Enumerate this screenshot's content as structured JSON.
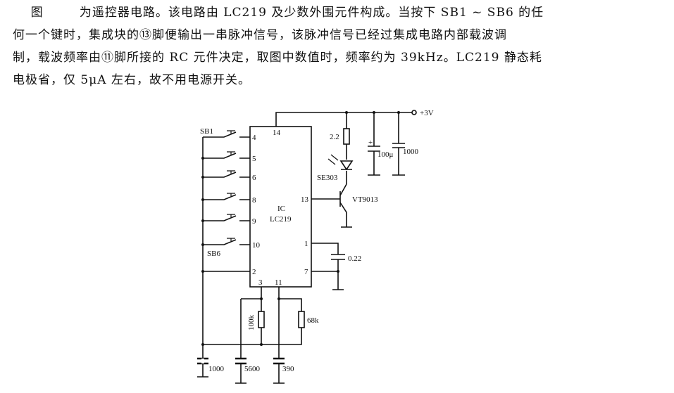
{
  "text_lines": [
    "    图        为遥控器电路。该电路由 LC219 及少数外围元件构成。当按下 SB1 ~ SB6 的任",
    "何一个键时，集成块的⑬脚便输出一串脉冲信号，该脉冲信号已经过集成电路内部载波调",
    "制，载波频率由⑪脚所接的 RC 元件决定，取图中数值时，频率约为 39kHz。LC219 静态耗",
    "电极省，仅 5μA 左右，故不用电源开关。"
  ],
  "circuit": {
    "ic_label": "IC",
    "ic_model": "LC219",
    "supply": "+3V",
    "pins": {
      "p14": "14",
      "p4": "4",
      "p5": "5",
      "p6": "6",
      "p8": "8",
      "p9": "9",
      "p10": "10",
      "p2": "2",
      "p13": "13",
      "p1": "1",
      "p7": "7",
      "p3": "3",
      "p11": "11"
    },
    "switch_first": "SB1",
    "switch_last": "SB6",
    "r_led": "2.2",
    "led": "SE303",
    "transistor": "VT9013",
    "c_electrolytic": "100μ",
    "c_supply": "1000",
    "c_pin1": "0.22",
    "r_100k": "100k",
    "r_68k": "68k",
    "c_left": "1000",
    "c_mid": "5600",
    "c_right": "390"
  }
}
